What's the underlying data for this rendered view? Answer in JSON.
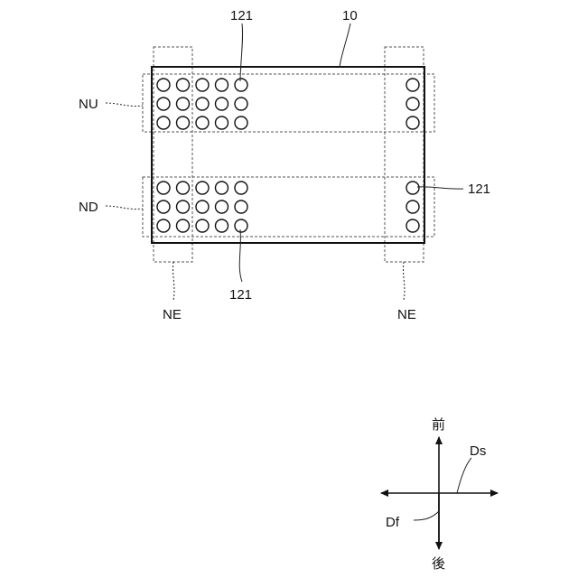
{
  "labels": {
    "ref_10": "10",
    "ref_121_top": "121",
    "ref_121_right": "121",
    "ref_121_bottom": "121",
    "nu": "NU",
    "nd": "ND",
    "ne_left": "NE",
    "ne_right": "NE"
  },
  "direction": {
    "front": "前",
    "rear": "後",
    "ds": "Ds",
    "df": "Df"
  },
  "hole_grid": {
    "upper_left": {
      "rows": 3,
      "cols": 5
    },
    "upper_right": {
      "rows": 3,
      "cols": 1
    },
    "lower_left": {
      "rows": 3,
      "cols": 5
    },
    "lower_right": {
      "rows": 3,
      "cols": 1
    }
  }
}
